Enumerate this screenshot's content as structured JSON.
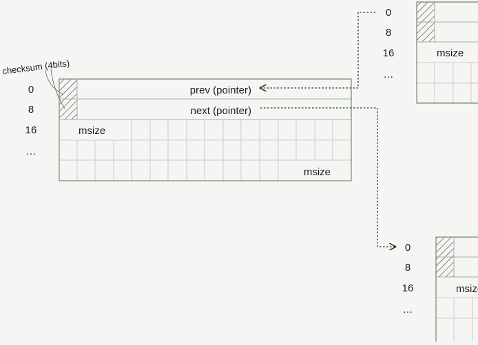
{
  "annotation": {
    "checksum_label": "checksum (4bits)"
  },
  "offsets": {
    "o0": "0",
    "o8": "8",
    "o16": "16",
    "ellipsis": "…"
  },
  "main_block": {
    "prev_label": "prev (pointer)",
    "next_label": "next (pointer)",
    "msize_start": "msize",
    "msize_end": "msize"
  },
  "top_right_block": {
    "msize_start": "msize"
  },
  "bottom_right_block": {
    "msize_start": "msize"
  },
  "colors": {
    "border": "#6f8a6f",
    "grid": "#c9c9c9",
    "arrow": "#1f3d1f",
    "text": "#1c1c1c",
    "hatch": "#555555",
    "background": "#f5f5f4"
  }
}
